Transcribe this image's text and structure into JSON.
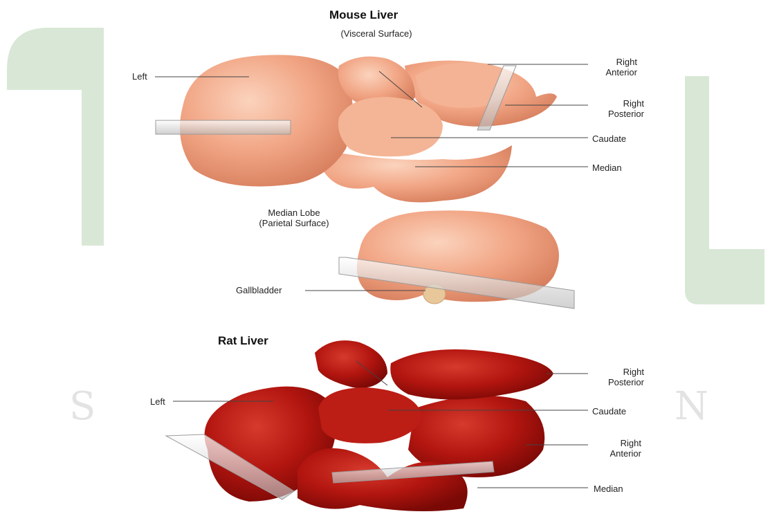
{
  "mouse": {
    "title": "Mouse Liver",
    "subtitle": "(Visceral Surface)",
    "labels": {
      "left": "Left",
      "right_anterior": [
        "Right",
        "Anterior"
      ],
      "right_posterior": [
        "Right",
        "Posterior"
      ],
      "caudate": "Caudate",
      "median": "Median"
    },
    "median_lobe_caption": [
      "Median Lobe",
      "(Parietal Surface)"
    ],
    "gallbladder": "Gallbladder"
  },
  "rat": {
    "title": "Rat Liver",
    "labels": {
      "left": "Left",
      "right_posterior": [
        "Right",
        "Posterior"
      ],
      "caudate": "Caudate",
      "right_anterior": [
        "Right",
        "Anterior"
      ],
      "median": "Median"
    }
  },
  "watermark": {
    "left_letter": "S",
    "right_letter": "N"
  },
  "colors": {
    "watermark_green": "#d9e8d6",
    "mouse_tissue": "#f1a584",
    "rat_tissue": "#b2150f"
  }
}
